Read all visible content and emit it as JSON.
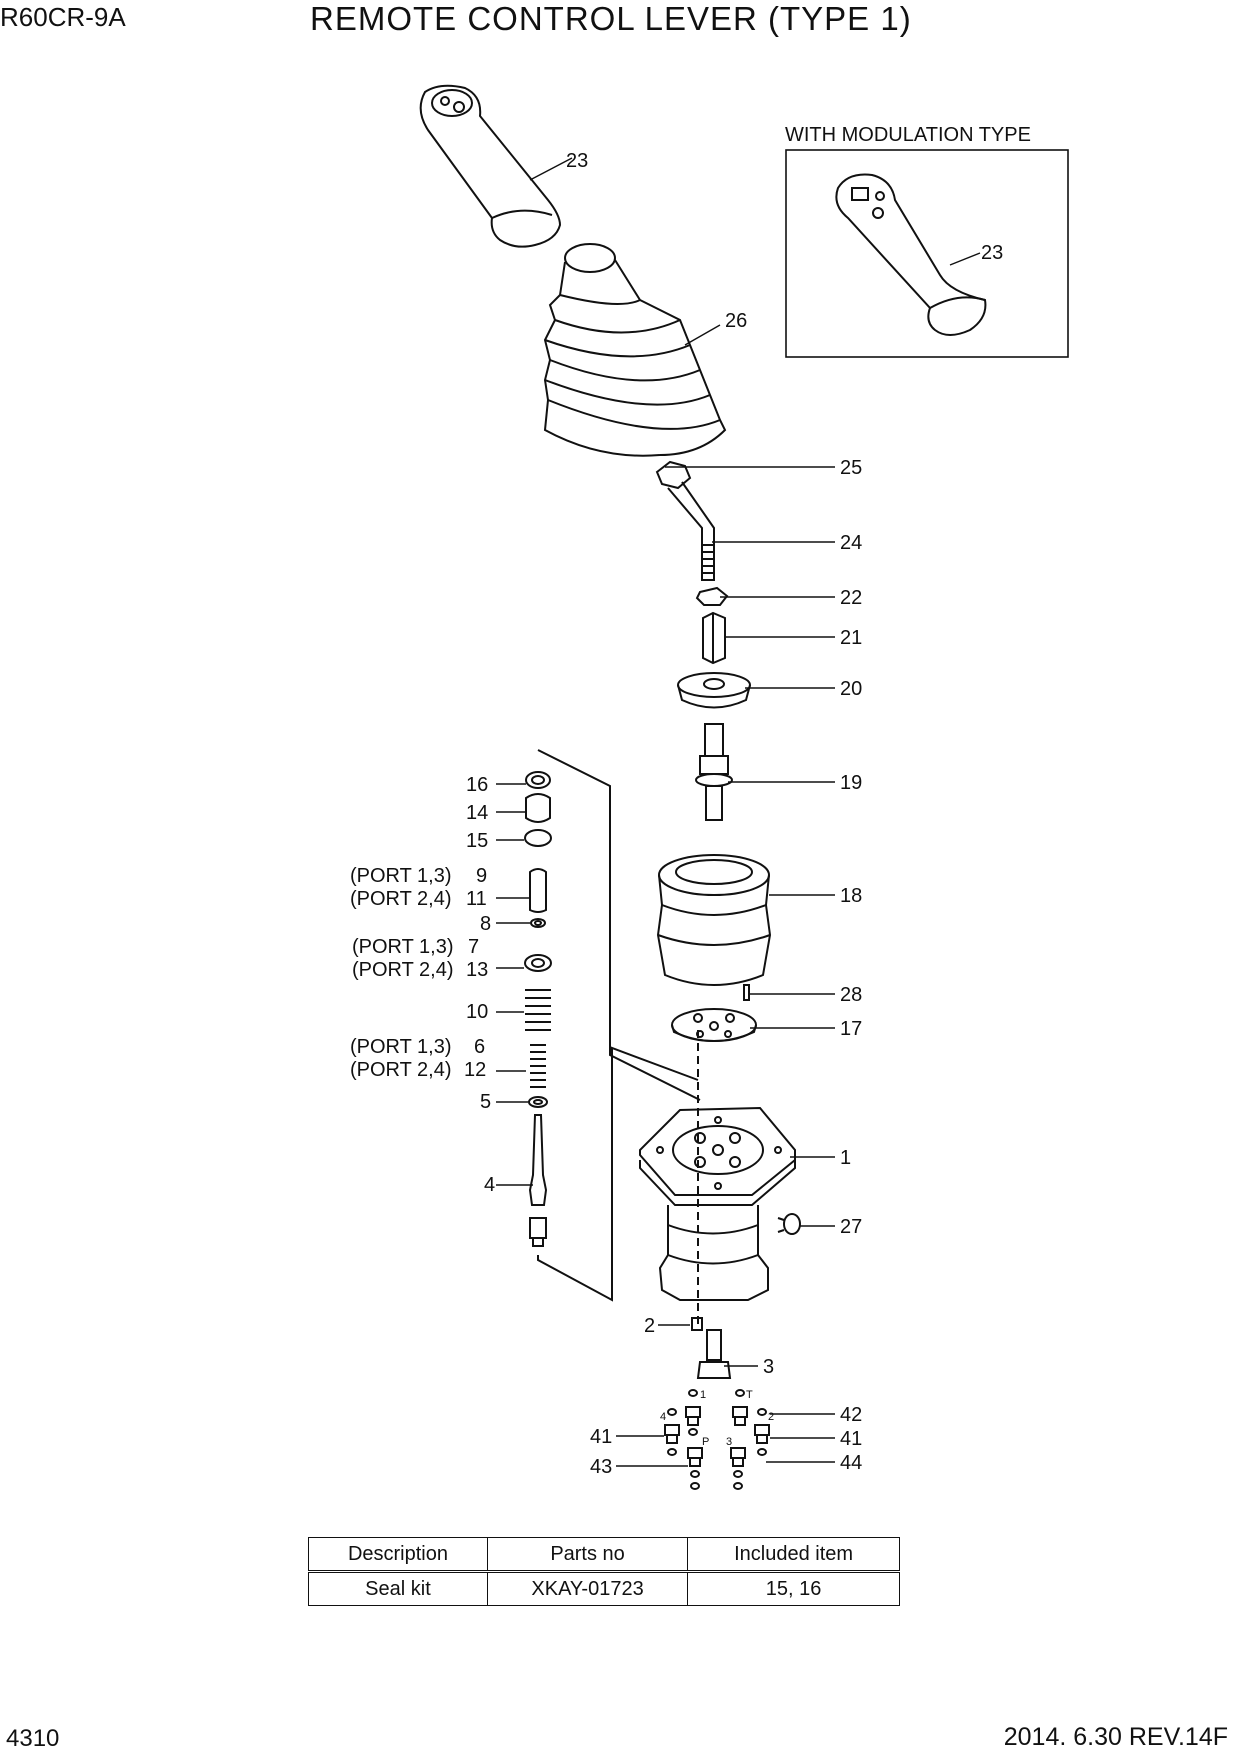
{
  "header": {
    "model": "R60CR-9A",
    "title": "REMOTE CONTROL LEVER (TYPE 1)"
  },
  "inset": {
    "title": "WITH MODULATION TYPE",
    "callout": "23"
  },
  "callouts": {
    "c23": "23",
    "c26": "26",
    "c25": "25",
    "c24": "24",
    "c22": "22",
    "c21": "21",
    "c20": "20",
    "c19": "19",
    "c18": "18",
    "c28": "28",
    "c17": "17",
    "c1": "1",
    "c27": "27",
    "c2": "2",
    "c3": "3",
    "c42": "42",
    "c41a": "41",
    "c41b": "41",
    "c43": "43",
    "c44": "44",
    "c16": "16",
    "c14": "14",
    "c15": "15",
    "c9": "9",
    "c11": "11",
    "c8": "8",
    "c7": "7",
    "c13": "13",
    "c10": "10",
    "c6": "6",
    "c12": "12",
    "c5": "5",
    "c4": "4",
    "port13": "(PORT 1,3)",
    "port24": "(PORT 2,4)"
  },
  "port_marks": {
    "p1": "1",
    "pT": "T",
    "p4": "4",
    "p2": "2",
    "pP": "P",
    "p3": "3"
  },
  "kit_table": {
    "headers": [
      "Description",
      "Parts no",
      "Included item"
    ],
    "rows": [
      [
        "Seal kit",
        "XKAY-01723",
        "15, 16"
      ]
    ]
  },
  "footer": {
    "page_number": "4310",
    "revision": "2014. 6.30  REV.14F"
  }
}
